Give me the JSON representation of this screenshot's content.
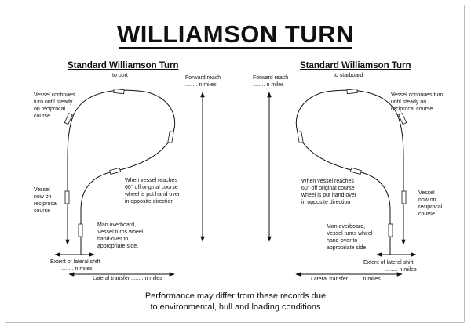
{
  "title": "WILLIAMSON TURN",
  "port": {
    "heading": "Standard Williamson Turn",
    "direction": "to port",
    "steady_label": [
      "Vessel continues",
      "turn until steady",
      "on reciprocal",
      "course"
    ],
    "recip_label": [
      "Vessel",
      "now on",
      "reciprocal",
      "course"
    ],
    "sixty_label": [
      "When vessel reaches",
      "60° off original course",
      "wheel is put hand over",
      "in opposite direction"
    ],
    "mob_label": [
      "Man overboard,",
      "Vessel turns wheel",
      "hand-over to",
      "appropriate side."
    ],
    "lateral_shift_label": [
      "Extent of lateral shift",
      "........ n miles"
    ]
  },
  "starboard": {
    "heading": "Standard Williamson Turn",
    "direction": "to starboard",
    "steady_label": [
      "Vessel continues turn",
      "until steady on",
      "reciprocal course"
    ],
    "recip_label": [
      "Vessel",
      "now on",
      "reciprocal",
      "course"
    ],
    "sixty_label": [
      "When vessel reaches",
      "60° off original course",
      "wheel is put hand over",
      "in opposite direction"
    ],
    "mob_label": [
      "Man overboard,",
      "Vessel turns wheel",
      "hand-over to",
      "appropriate side."
    ],
    "lateral_shift_label": [
      "Extent of lateral shift",
      "........ n miles"
    ]
  },
  "forward_reach_label": [
    "Forward reach",
    "........ n miles"
  ],
  "lateral_transfer_label": "Lateral transfer ........ n miles",
  "footer": [
    "Performance may differ from these records due",
    "to environmental, hull and loading conditions"
  ]
}
